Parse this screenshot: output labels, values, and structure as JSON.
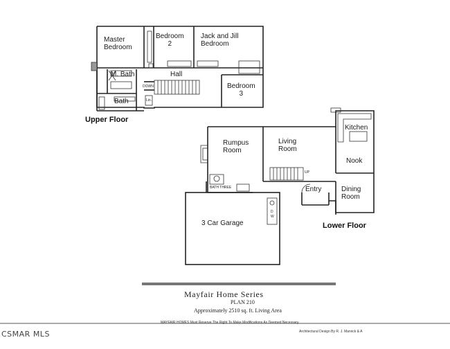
{
  "upper_floor": {
    "title": "Upper Floor",
    "rooms": {
      "master_bedroom": "Master\nBedroom",
      "bedroom_2": "Bedroom\n2",
      "jack_and_jill": "Jack and Jill\nBedroom",
      "m_bath": "M. Bath",
      "hall": "Hall",
      "bedroom_3": "Bedroom\n3",
      "bath": "Bath"
    },
    "marks": {
      "down": "DOWN",
      "linen": "Lin."
    }
  },
  "lower_floor": {
    "title": "Lower Floor",
    "rooms": {
      "rumpus_room": "Rumpus\nRoom",
      "living_room": "Living\nRoom",
      "kitchen": "Kitchen",
      "nook": "Nook",
      "entry": "Entry",
      "dining_room": "Dining\nRoom",
      "garage": "3 Car Garage"
    },
    "marks": {
      "bath_three": "BATH THREE",
      "up": "UP",
      "dw": "D\nW"
    }
  },
  "caption": {
    "series": "Mayfair Home Series",
    "plan": "PLAN 210",
    "area": "Approximately 2510 sq. ft. Living Area"
  },
  "footer": {
    "disclaimer": "MAYFAIR HOMES Must Reserve The Right To Make Modifications As Deemed Necessary.",
    "design_credit": "Architectural Design By R. J. Marvick & A"
  },
  "watermark": "CSMAR MLS"
}
